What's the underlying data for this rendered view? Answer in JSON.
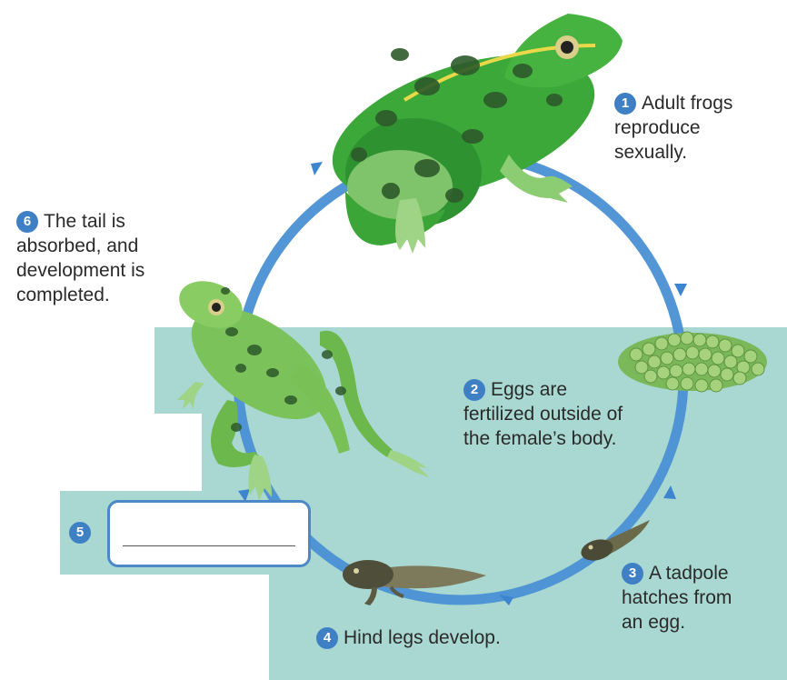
{
  "title": "",
  "colors": {
    "cycle_arrow": "#4a90d4",
    "badge": "#3f7fc4",
    "water": "#a9d8d2",
    "frog_green": "#3fa63a",
    "frog_spots": "#2d5a2a"
  },
  "steps": [
    {
      "number": "1",
      "line1": "Adult frogs",
      "line2": "reproduce",
      "line3": "sexually."
    },
    {
      "number": "2",
      "line1": "Eggs are",
      "line2": "fertilized outside of",
      "line3": "the female’s body."
    },
    {
      "number": "3",
      "line1": "A tadpole",
      "line2": "hatches from",
      "line3": "an egg."
    },
    {
      "number": "4",
      "line1": "Hind legs develop."
    },
    {
      "number": "5",
      "answer": ""
    },
    {
      "number": "6",
      "line1": "The tail is",
      "line2": "absorbed, and",
      "line3": "development is",
      "line4": "completed."
    }
  ],
  "icons": [
    "adult-frog",
    "egg-mass",
    "tadpole",
    "tadpole-with-legs",
    "young-frog",
    "cycle-arrow"
  ]
}
